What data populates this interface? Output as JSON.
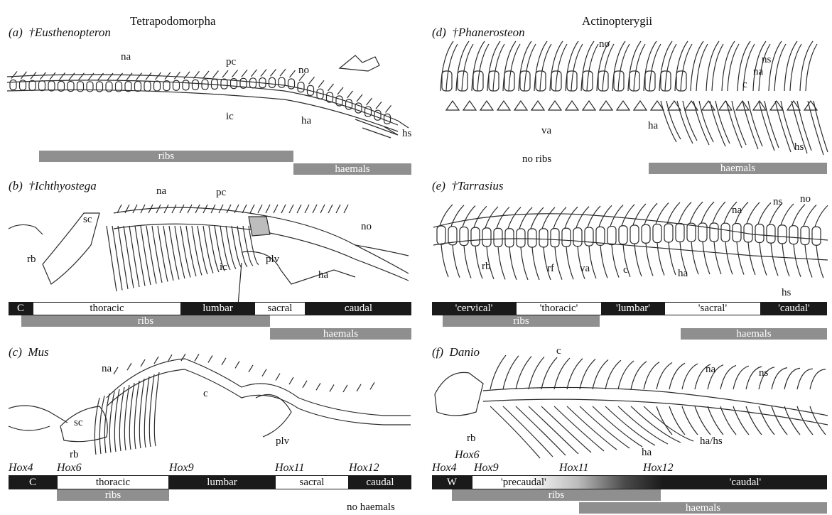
{
  "headings": {
    "left": "Tetrapodomorpha",
    "right": "Actinopterygii"
  },
  "panels": {
    "a": {
      "letter": "(a)",
      "name": "†Eusthenopteron",
      "labels": {
        "na": "na",
        "pc": "pc",
        "no": "no",
        "ic": "ic",
        "ha": "ha",
        "hs": "hs"
      },
      "bars": {
        "ribs": "ribs",
        "haemals": "haemals"
      }
    },
    "b": {
      "letter": "(b)",
      "name": "†Ichthyostega",
      "labels": {
        "na": "na",
        "pc": "pc",
        "sc": "sc",
        "no": "no",
        "rb": "rb",
        "ic": "ic",
        "plv": "plv",
        "ha": "ha"
      },
      "regions": [
        "C",
        "thoracic",
        "lumbar",
        "sacral",
        "caudal"
      ],
      "bars": {
        "ribs": "ribs",
        "haemals": "haemals"
      }
    },
    "c": {
      "letter": "(c)",
      "name": "Mus",
      "labels": {
        "na": "na",
        "c": "c",
        "sc": "sc",
        "plv": "plv",
        "rb": "rb"
      },
      "hox": [
        "Hox4",
        "Hox6",
        "Hox9",
        "Hox11",
        "Hox12"
      ],
      "regions": [
        "C",
        "thoracic",
        "lumbar",
        "sacral",
        "caudal"
      ],
      "bars": {
        "ribs": "ribs"
      },
      "note": "no haemals"
    },
    "d": {
      "letter": "(d)",
      "name": "†Phanerosteon",
      "labels": {
        "no": "no",
        "ns": "ns",
        "na": "na",
        "c": "c",
        "va": "va",
        "ha": "ha",
        "hs": "hs"
      },
      "note": "no ribs",
      "bars": {
        "haemals": "haemals"
      }
    },
    "e": {
      "letter": "(e)",
      "name": "†Tarrasius",
      "labels": {
        "na": "na",
        "ns": "ns",
        "no": "no",
        "rb": "rb",
        "rf": "rf",
        "va": "va",
        "c": "c",
        "ha": "ha",
        "hs": "hs"
      },
      "regions": [
        "'cervical'",
        "'thoracic'",
        "'lumbar'",
        "'sacral'",
        "'caudal'"
      ],
      "bars": {
        "ribs": "ribs",
        "haemals": "haemals"
      }
    },
    "f": {
      "letter": "(f)",
      "name": "Danio",
      "labels": {
        "c": "c",
        "na": "na",
        "ns": "ns",
        "rb": "rb",
        "ha": "ha",
        "hahs": "ha/hs"
      },
      "hox": [
        "Hox6",
        "Hox4",
        "Hox9",
        "Hox11",
        "Hox12"
      ],
      "regions": [
        "W",
        "'precaudal'",
        "'caudal'"
      ],
      "bars": {
        "ribs": "ribs",
        "haemals": "haemals"
      }
    }
  },
  "colors": {
    "region_dark": "#1a1a1a",
    "region_light": "#ffffff",
    "rib_haemal_bar": "#8f8f8f"
  }
}
